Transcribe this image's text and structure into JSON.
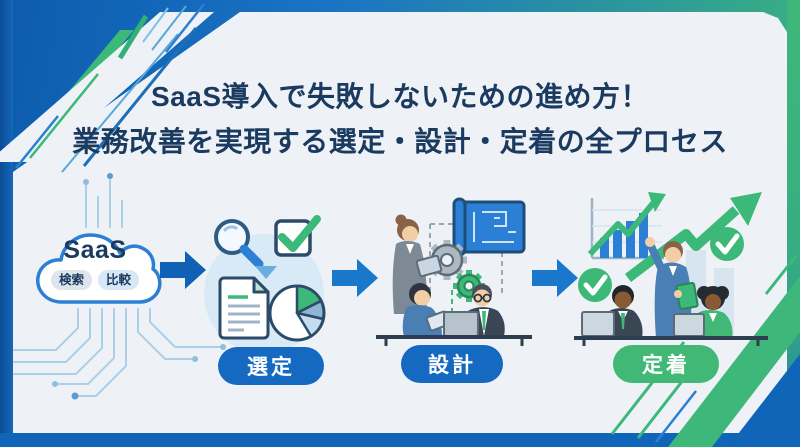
{
  "banner": {
    "title_line1": "SaaS導入で失敗しないための進め方！",
    "title_line2": "業務改善を実現する選定・設計・定着の全プロセス"
  },
  "cloud": {
    "label": "SaaS",
    "tags": [
      "検索",
      "比較"
    ]
  },
  "flow": {
    "steps": [
      {
        "label": "選定",
        "pill_color": "#1569c0",
        "icons": [
          "magnifier-icon",
          "checkbox-check-icon",
          "document-icon",
          "pie-chart-icon"
        ]
      },
      {
        "label": "設計",
        "pill_color": "#1569c0",
        "icons": [
          "blueprint-icon",
          "gear-icon",
          "people-planning-illustration"
        ]
      },
      {
        "label": "定着",
        "pill_color": "#41b876",
        "icons": [
          "growth-chart-icon",
          "check-circle-icon",
          "team-success-illustration"
        ]
      }
    ],
    "arrow_color": "#1567bd"
  },
  "colors": {
    "frame_blue": "#1165b8",
    "frame_green": "#3eb87a",
    "panel_bg": "#eef2f7",
    "title_navy": "#1b3a5f",
    "accent_blue": "#2b7fd4",
    "accent_green": "#3cb878",
    "circuit_blue": "#abcfe9",
    "step_circle_bg": "#d9eaf7"
  }
}
